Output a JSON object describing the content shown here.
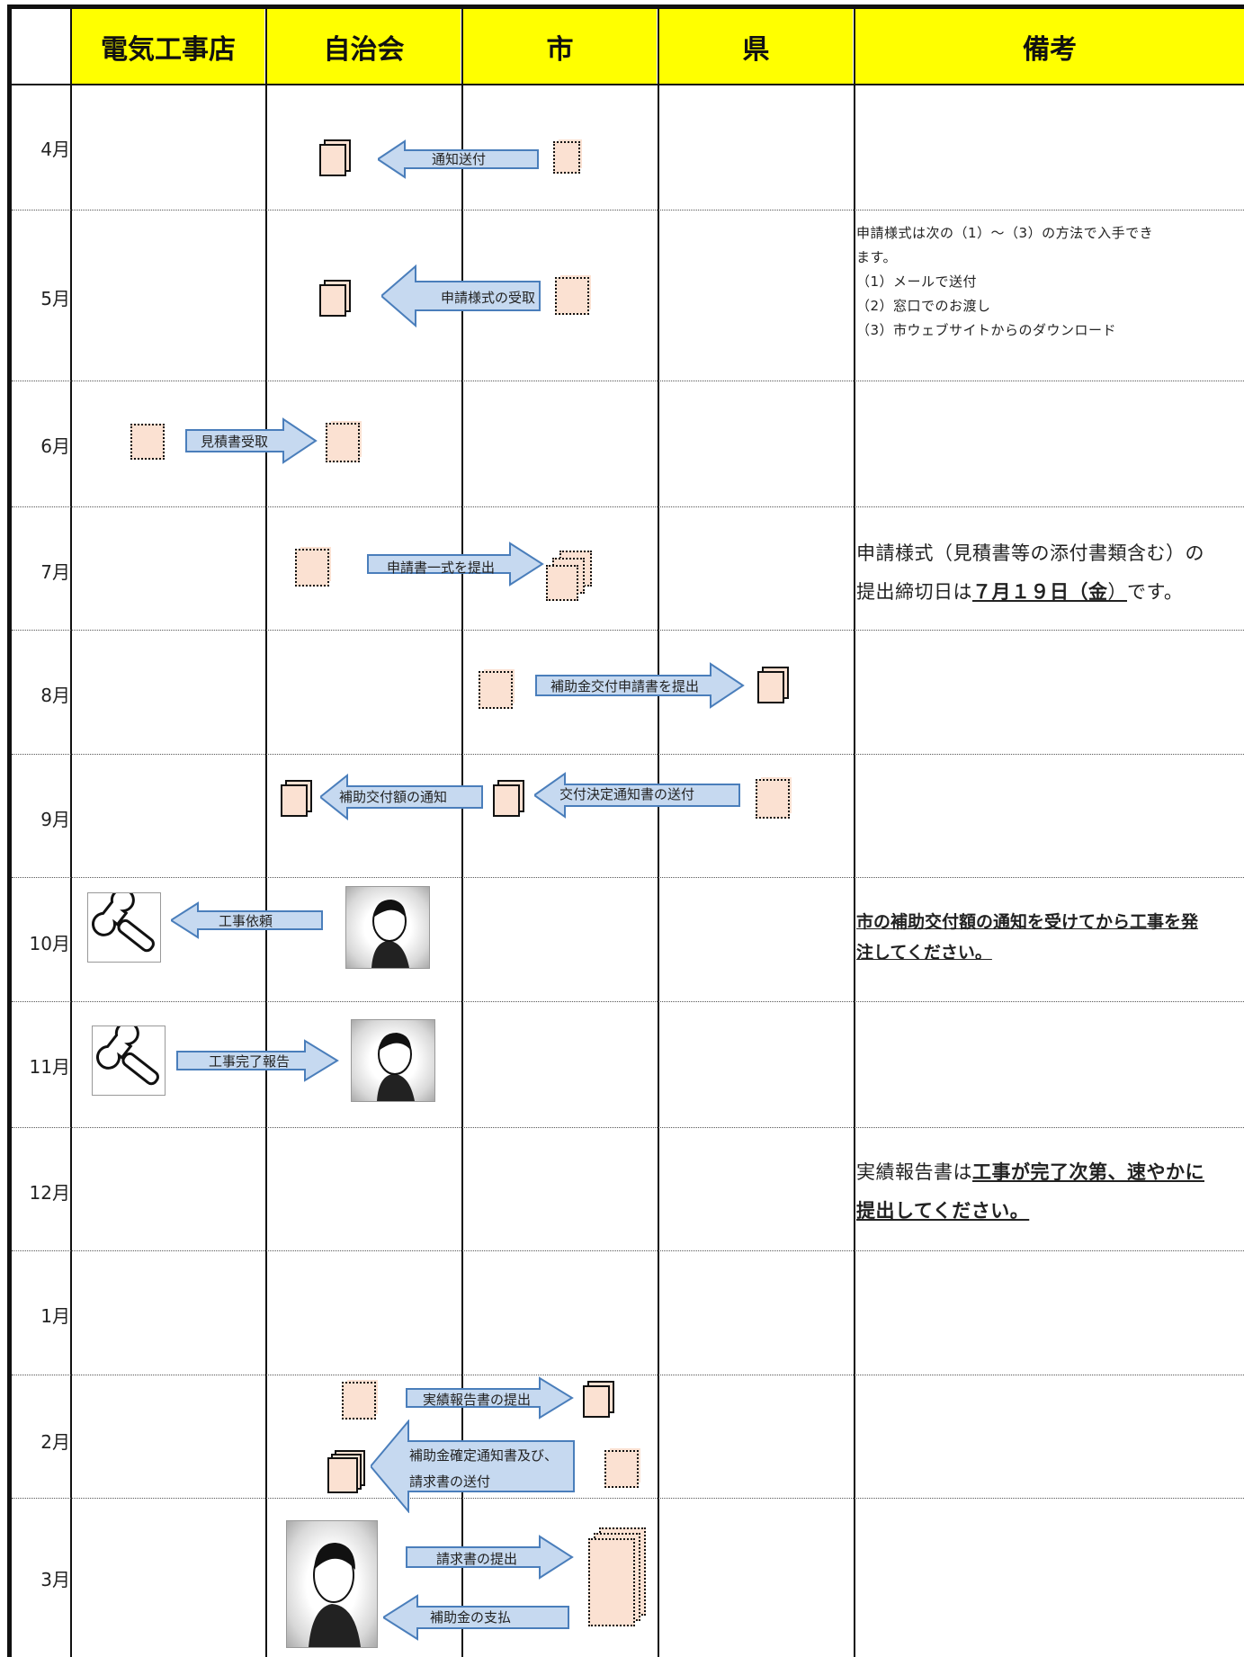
{
  "header": {
    "col1": "電気工事店",
    "col2": "自治会",
    "col3": "市",
    "col4": "県",
    "col5": "備考"
  },
  "months": [
    "4月",
    "5月",
    "6月",
    "7月",
    "8月",
    "9月",
    "10月",
    "11月",
    "12月",
    "1月",
    "2月",
    "3月"
  ],
  "arrows": {
    "a4": "通知送付",
    "a5": "申請様式の受取",
    "a6": "見積書受取",
    "a7": "申請書一式を提出",
    "a8": "補助金交付申請書を提出",
    "a9a": "補助交付額の通知",
    "a9b": "交付決定通知書の送付",
    "a10": "工事依頼",
    "a11": "工事完了報告",
    "a2a": "実績報告書の提出",
    "a2b1": "補助金確定通知書及び、",
    "a2b2": "請求書の送付",
    "a3a": "請求書の提出",
    "a3b": "補助金の支払"
  },
  "notes": {
    "n5_1": "申請様式は次の（1）～（3）の方法で入手でき",
    "n5_2": "ます。",
    "n5_3": "（1）メールで送付",
    "n5_4": "（2）窓口でのお渡し",
    "n5_5": "（3）市ウェブサイトからのダウンロード",
    "n7_1": "申請様式（見積書等の添付書類含む）の",
    "n7_2a": "提出締切日は",
    "n7_2b": "７月１９日（",
    "n7_2c": "金",
    "n7_2d": "）",
    "n7_2e": "です。",
    "n10_1": "市の補助交付額の通知を受けてから工事を発",
    "n10_2": "注してください。",
    "n12_1a": "実績報告書は",
    "n12_1b": "工事が完了次第、速やかに",
    "n12_2": "提出してください。"
  },
  "colors": {
    "header_bg": "#ffff00",
    "arrow_fill": "#c6d9f0",
    "arrow_stroke": "#4a7ebb",
    "doc_fill": "#fbe1d2"
  }
}
